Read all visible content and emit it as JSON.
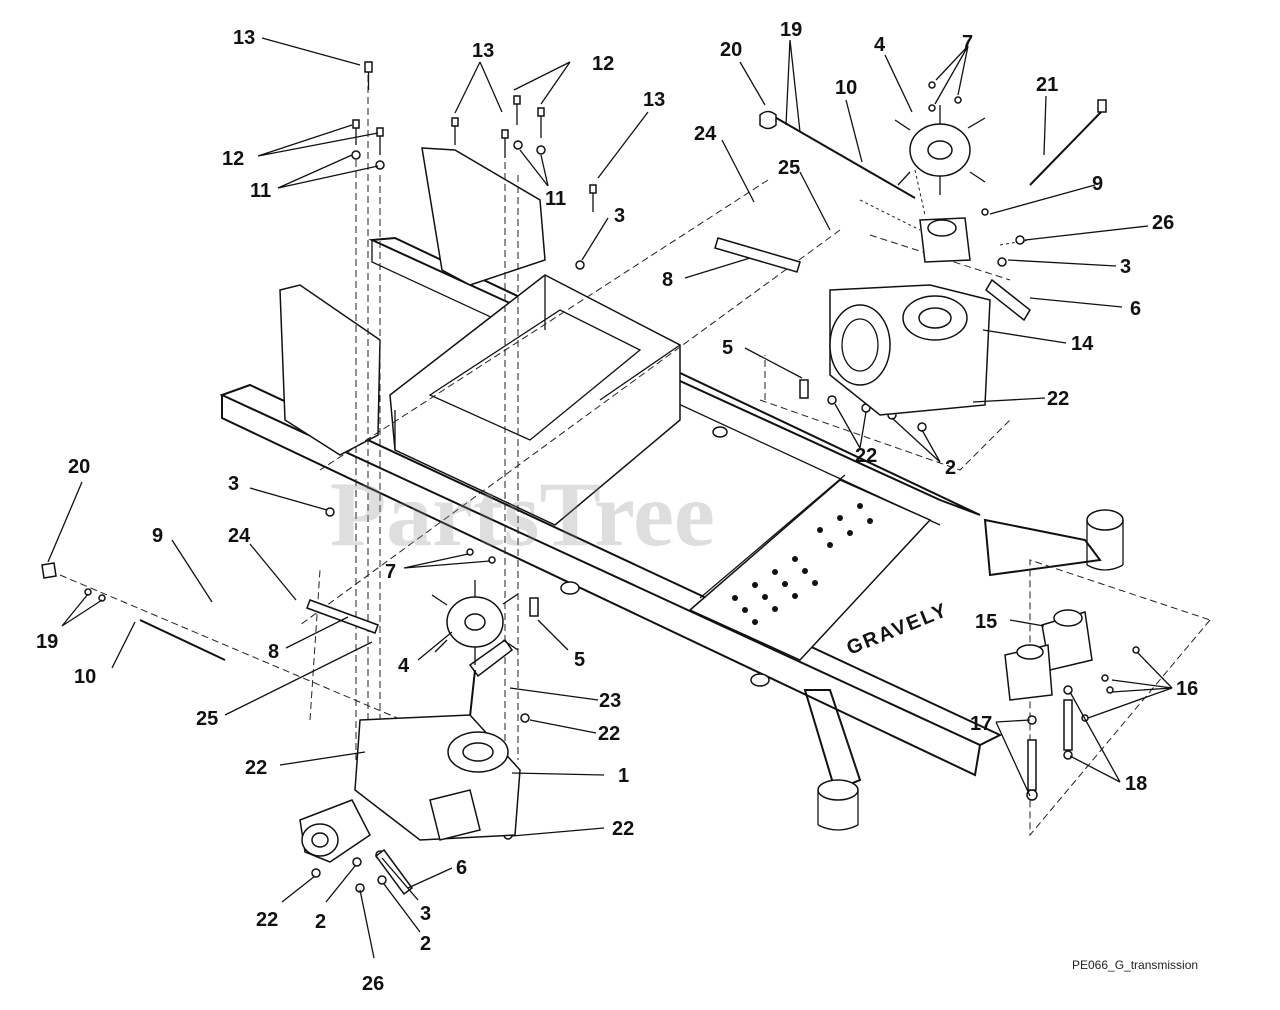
{
  "watermark": "PartsTree",
  "diagram_id": "PE066_G_transmission",
  "brand_decal": "GRAVELY",
  "callouts": [
    "13",
    "12",
    "11",
    "13",
    "12",
    "11",
    "13",
    "3",
    "8",
    "24",
    "25",
    "20",
    "19",
    "10",
    "4",
    "7",
    "21",
    "9",
    "26",
    "3",
    "6",
    "14",
    "5",
    "22",
    "22",
    "2",
    "20",
    "3",
    "24",
    "9",
    "19",
    "10",
    "7",
    "8",
    "4",
    "5",
    "25",
    "23",
    "22",
    "22",
    "1",
    "22",
    "22",
    "2",
    "6",
    "3",
    "2",
    "26",
    "15",
    "16",
    "17",
    "18"
  ]
}
